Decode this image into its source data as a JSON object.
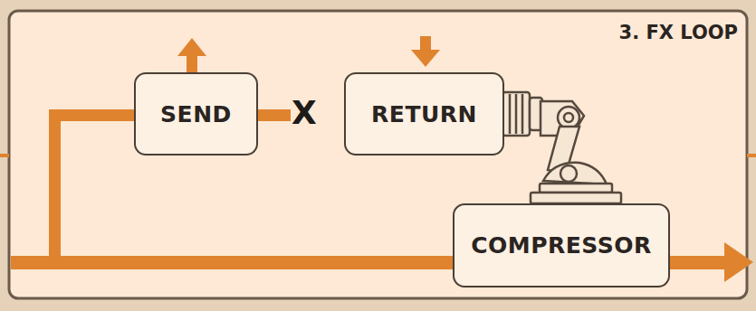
{
  "diagram": {
    "title": "3. FX LOOP",
    "nodes": [
      {
        "text": [
          "SEND"
        ]
      },
      {
        "text": [
          "RETURN"
        ]
      },
      {
        "text": [
          "COMPRESSOR"
        ]
      }
    ],
    "labels": [
      "X"
    ]
  }
}
